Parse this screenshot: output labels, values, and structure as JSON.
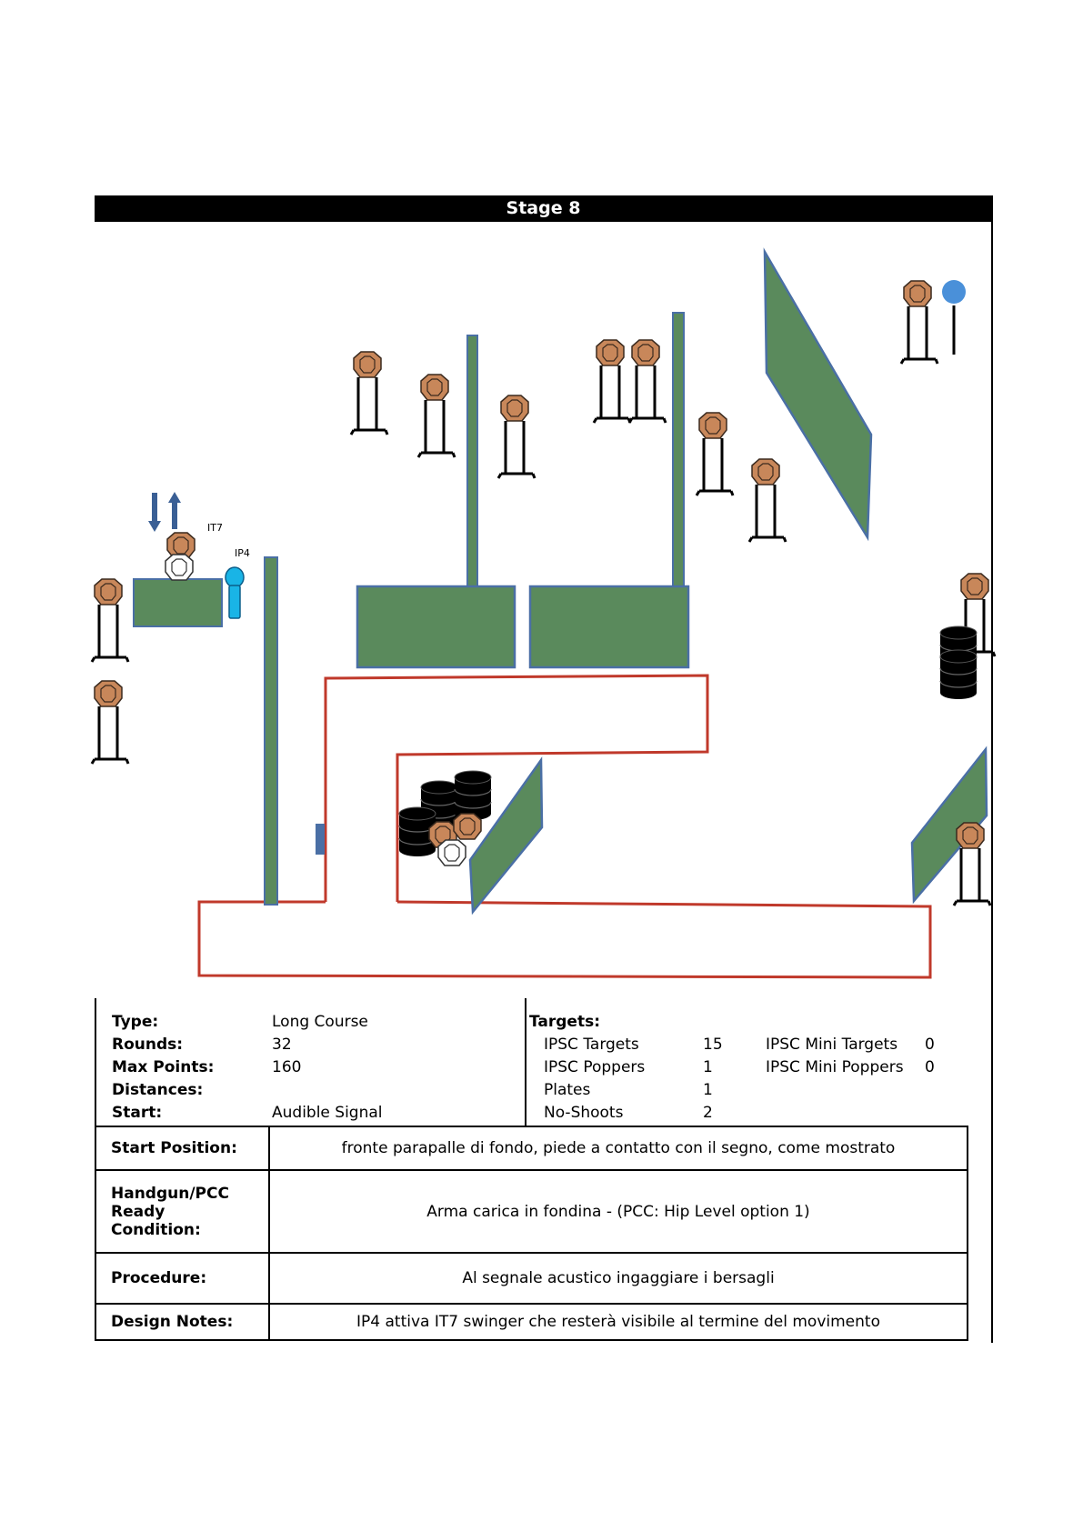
{
  "title": "Stage 8",
  "map_labels": {
    "swinger": "IT7",
    "activator": "IP4"
  },
  "colors": {
    "wall": "#5a8a5c",
    "wall_border": "#4a6fa5",
    "fault_line": "#c0392b",
    "target": "#c8875a",
    "popper": "#4a90d9",
    "activator": "#19b4e6",
    "barrel": "#000000"
  },
  "info": {
    "type_label": "Type:",
    "type_value": "Long Course",
    "rounds_label": "Rounds:",
    "rounds_value": "32",
    "max_points_label": "Max Points:",
    "max_points_value": "160",
    "distances_label": "Distances:",
    "distances_value": "",
    "start_label": "Start:",
    "start_value": "Audible Signal"
  },
  "targets": {
    "heading": "Targets:",
    "rows": [
      {
        "label": "IPSC Targets",
        "count": "15",
        "mini_label": "IPSC Mini Targets",
        "mini_count": "0"
      },
      {
        "label": "IPSC Poppers",
        "count": "1",
        "mini_label": "IPSC Mini Poppers",
        "mini_count": "0"
      },
      {
        "label": "Plates",
        "count": "1"
      },
      {
        "label": "No-Shoots",
        "count": "2"
      }
    ]
  },
  "details": {
    "start_position_label": "Start Position:",
    "start_position_value": "fronte parapalle di fondo, piede a contatto con il segno, come mostrato",
    "ready_label_1": "Handgun/PCC Ready",
    "ready_label_2": "Condition:",
    "ready_value": "Arma carica in fondina - (PCC: Hip Level option 1)",
    "procedure_label": "Procedure:",
    "procedure_value": "Al segnale acustico ingaggiare i bersagli",
    "design_notes_label": "Design Notes:",
    "design_notes_value": "IP4 attiva IT7 swinger che resterà visibile al termine del movimento"
  }
}
